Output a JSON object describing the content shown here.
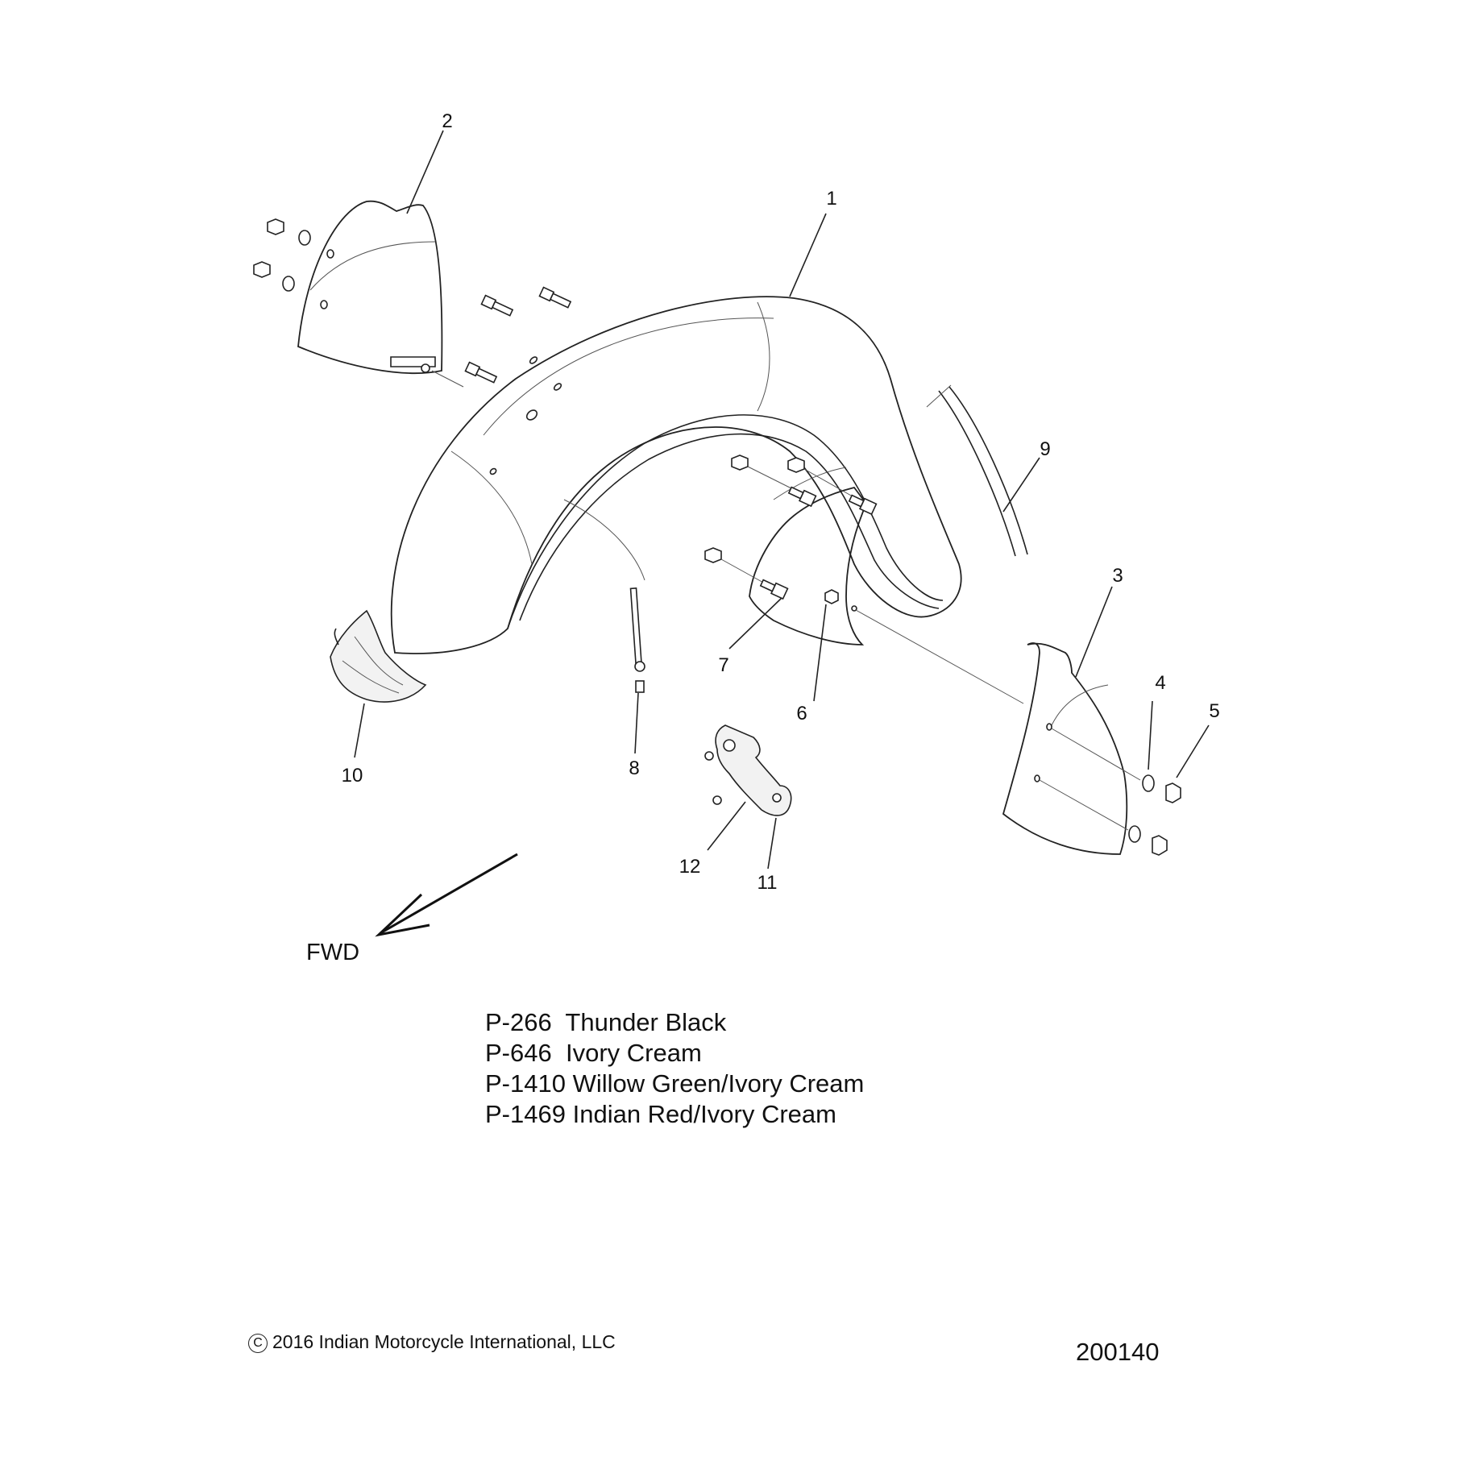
{
  "callouts": [
    "1",
    "2",
    "3",
    "4",
    "5",
    "6",
    "7",
    "8",
    "9",
    "10",
    "11",
    "12"
  ],
  "direction_label": "FWD",
  "paint_codes": [
    {
      "code": "P-266",
      "name": "Thunder Black"
    },
    {
      "code": "P-646",
      "name": "Ivory Cream"
    },
    {
      "code": "P-1410",
      "name": "Willow Green/Ivory Cream"
    },
    {
      "code": "P-1469",
      "name": "Indian Red/Ivory Cream"
    }
  ],
  "copyright": "2016 Indian Motorcycle International, LLC",
  "copyright_symbol": "C",
  "figure_id": "200140"
}
